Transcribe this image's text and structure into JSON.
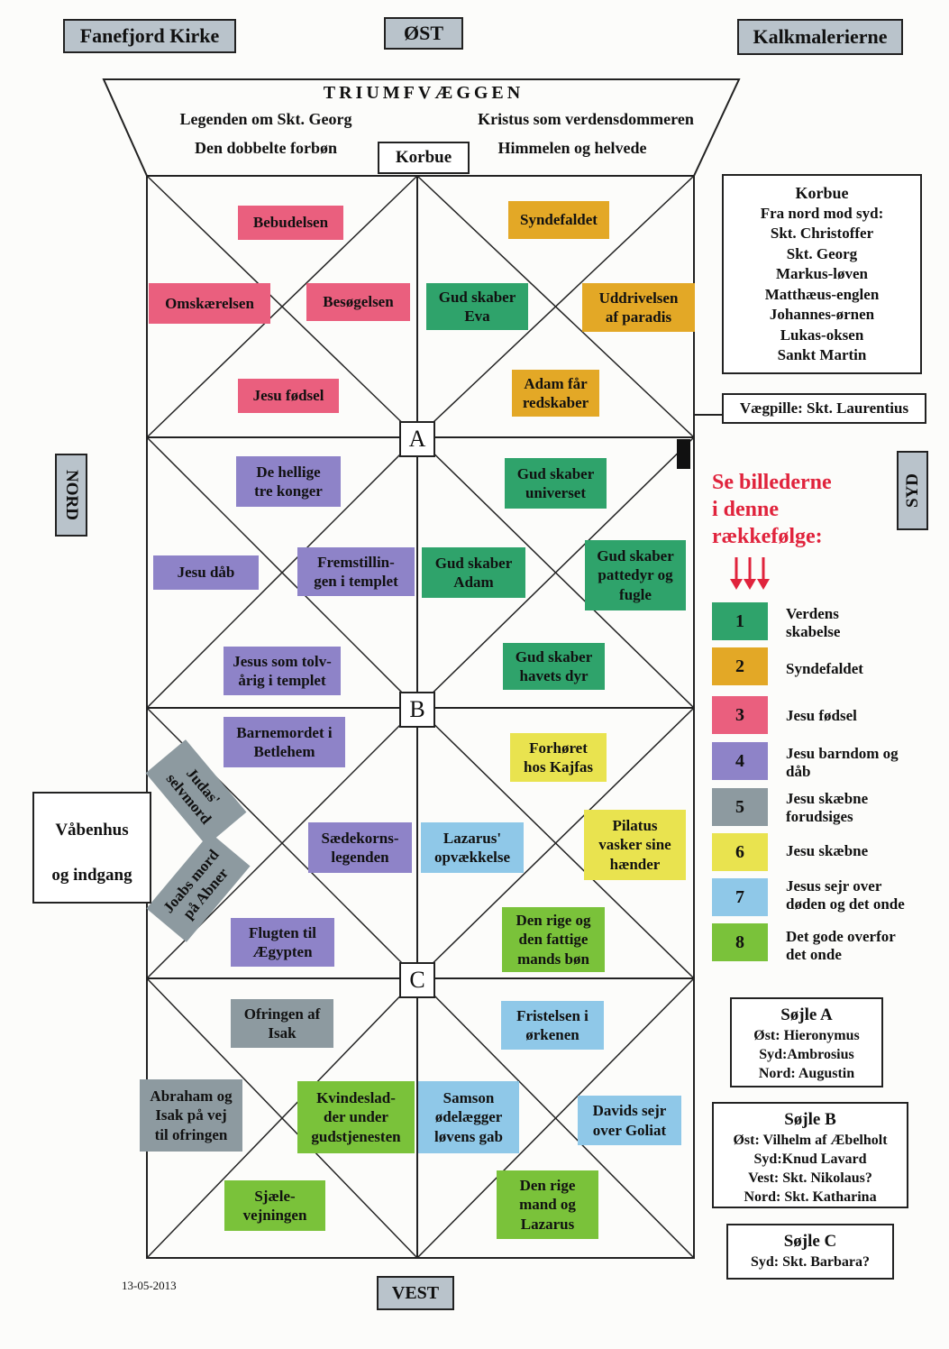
{
  "header": {
    "left_title": "Fanefjord Kirke",
    "right_title": "Kalkmalerierne",
    "compass_top": "ØST",
    "compass_bottom": "VEST",
    "compass_left": "NORD",
    "compass_right": "SYD"
  },
  "triumph_wall": {
    "title": "TRIUMFVÆGGEN",
    "left_line1": "Legenden om Skt. Georg",
    "left_line2": "Den dobbelte forbøn",
    "right_line1": "Kristus som verdensdommeren",
    "right_line2": "Himmelen og helvede",
    "korbue_label": "Korbue"
  },
  "korbue_box": {
    "title": "Korbue",
    "lines": [
      "Fra nord mod syd:",
      "Skt. Christoffer",
      "Skt. Georg",
      "Markus-løven",
      "Matthæus-englen",
      "Johannes-ørnen",
      "Lukas-oksen",
      "Sankt Martin"
    ]
  },
  "wall_pillar": "Vægpille: Skt. Laurentius",
  "order_heading": "Se billederne\ni denne\nrækkefølge:",
  "entrance": {
    "line1": "Våbenhus",
    "line2": "og indgang"
  },
  "pillars": {
    "a": "A",
    "b": "B",
    "c": "C"
  },
  "legend": [
    {
      "num": "1",
      "text": "Verdens\nskabelse",
      "color": "#2fa36b"
    },
    {
      "num": "2",
      "text": "Syndefaldet",
      "color": "#e3a826"
    },
    {
      "num": "3",
      "text": "Jesu fødsel",
      "color": "#ea5f7e"
    },
    {
      "num": "4",
      "text": "Jesu barndom og\ndåb",
      "color": "#8e83c8"
    },
    {
      "num": "5",
      "text": "Jesu skæbne\nforudsiges",
      "color": "#8d9aa0"
    },
    {
      "num": "6",
      "text": "Jesu skæbne",
      "color": "#e9e34f"
    },
    {
      "num": "7",
      "text": "Jesus sejr over\ndøden og det onde",
      "color": "#8fc8e8"
    },
    {
      "num": "8",
      "text": "Det gode overfor\ndet onde",
      "color": "#7ac23a"
    }
  ],
  "saints": [
    {
      "title": "Søjle A",
      "lines": [
        "Øst: Hieronymus",
        "Syd:Ambrosius",
        "Nord: Augustin"
      ]
    },
    {
      "title": "Søjle B",
      "lines": [
        "Øst: Vilhelm af Æbelholt",
        "Syd:Knud Lavard",
        "Vest: Skt. Nikolaus?",
        "Nord: Skt. Katharina"
      ]
    },
    {
      "title": "Søjle C",
      "lines": [
        "Syd: Skt. Barbara?"
      ]
    }
  ],
  "scenes": {
    "bebudelsen": "Bebudelsen",
    "omskaerelsen": "Omskærelsen",
    "besogelsen": "Besøgelsen",
    "jesu_fodsel": "Jesu fødsel",
    "syndefaldet": "Syndefaldet",
    "gud_skaber_eva": "Gud skaber\nEva",
    "uddrivelsen": "Uddrivelsen\naf paradis",
    "adam_faar": "Adam får\nredskaber",
    "hellige_tre": "De hellige\ntre konger",
    "gud_universet": "Gud skaber\nuniverset",
    "jesu_daab": "Jesu dåb",
    "fremstillingen": "Fremstillin-\ngen i templet",
    "gud_adam": "Gud skaber\nAdam",
    "gud_pattedyr": "Gud skaber\npattedyr og\nfugle",
    "tolvaarig": "Jesus som tolv-\nårig i templet",
    "gud_havets": "Gud skaber\nhavets dyr",
    "barnemordet": "Barnemordet i\nBetlehem",
    "forhoret": "Forhøret\nhos Kajfas",
    "judas": "Judas'\nselvmord",
    "saedekorn": "Sædekorns-\nlegenden",
    "lazarus": "Lazarus'\nopvækkelse",
    "pilatus": "Pilatus\nvasker sine\nhænder",
    "joabs": "Joabs mord\npå Abner",
    "flugten": "Flugten til\nÆgypten",
    "rige_fattige": "Den rige og\nden fattige\nmands bøn",
    "ofringen": "Ofringen af\nIsak",
    "fristelsen": "Fristelsen i\nørkenen",
    "abraham": "Abraham og\nIsak på vej\ntil ofringen",
    "kvindeslad": "Kvindeslad-\nder under\ngudstjenesten",
    "samson": "Samson\nødelægger\nløvens gab",
    "davids": "Davids sejr\nover Goliat",
    "sjaele": "Sjæle-\nvejningen",
    "rige_lazarus": "Den rige\nmand og\nLazarus"
  },
  "date": "13-05-2013"
}
